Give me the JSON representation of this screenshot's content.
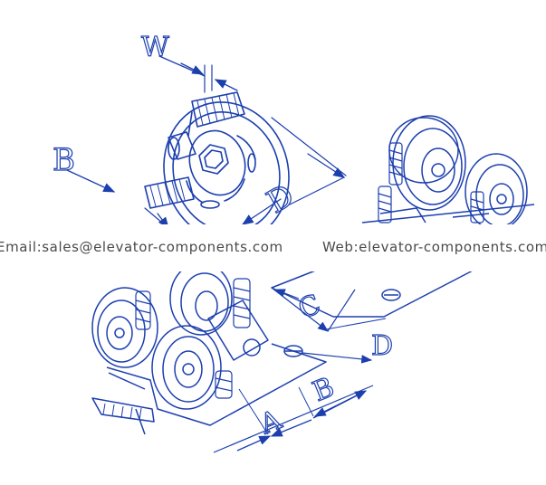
{
  "watermark": {
    "email_text": "Email:sales@elevator-components.com",
    "web_text": "Web:elevator-components.com"
  },
  "top_view": {
    "dimension_labels": {
      "w": "W",
      "b": "B",
      "d": "D"
    }
  },
  "bottom_view": {
    "dimension_labels": {
      "c": "C",
      "d": "D",
      "a": "A",
      "b": "B"
    }
  },
  "colors": {
    "line": "#1c3fae",
    "watermark_text": "#4a4a4a",
    "background": "#ffffff"
  }
}
